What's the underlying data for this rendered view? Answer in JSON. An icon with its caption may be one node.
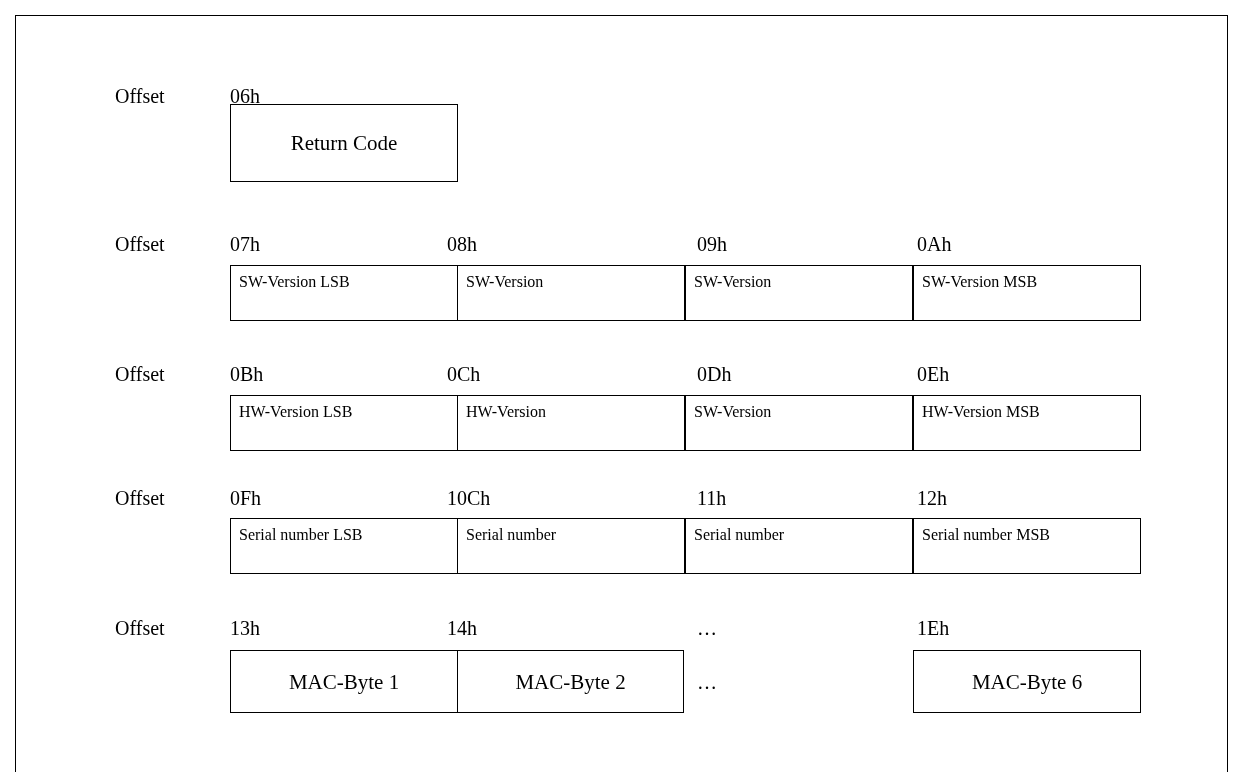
{
  "diagram": {
    "nodes": [
      {
        "text": [
          "Return Code"
        ]
      },
      {
        "text": [
          "SW-Version LSB"
        ]
      },
      {
        "text": [
          "SW-Version"
        ]
      },
      {
        "text": [
          "SW-Version"
        ]
      },
      {
        "text": [
          "SW-Version MSB"
        ]
      },
      {
        "text": [
          "HW-Version LSB"
        ]
      },
      {
        "text": [
          "HW-Version"
        ]
      },
      {
        "text": [
          "SW-Version"
        ]
      },
      {
        "text": [
          "HW-Version MSB"
        ]
      },
      {
        "text": [
          "Serial number LSB"
        ]
      },
      {
        "text": [
          "Serial number"
        ]
      },
      {
        "text": [
          "Serial number"
        ]
      },
      {
        "text": [
          "Serial number MSB"
        ]
      },
      {
        "text": [
          "MAC-Byte 1"
        ]
      },
      {
        "text": [
          "MAC-Byte 2"
        ]
      },
      {
        "text": [
          "MAC-Byte 6"
        ]
      }
    ],
    "edges": [],
    "labels": [
      "Offset",
      "06h",
      "Offset",
      "07h",
      "08h",
      "09h",
      "0Ah",
      "Offset",
      "0Bh",
      "0Ch",
      "0Dh",
      "0Eh",
      "Offset",
      "0Fh",
      "10Ch",
      "11h",
      "12h",
      "Offset",
      "13h",
      "14h",
      "…",
      "1Eh",
      "…"
    ]
  }
}
